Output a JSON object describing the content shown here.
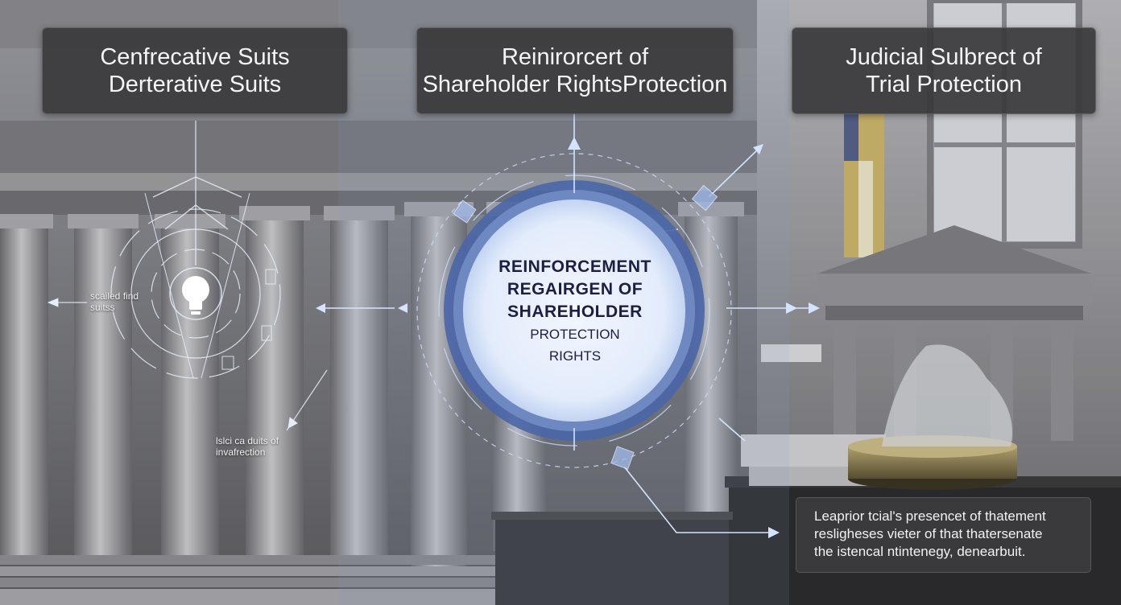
{
  "panels": {
    "left": {
      "line1": "Cenfrecative Suits",
      "line2": "Derterative Suits"
    },
    "middle": {
      "line1": "Reinirorcert of",
      "line2": "Shareholder RightsProtection"
    },
    "right": {
      "line1": "Judicial Sulbrect of",
      "line2": "Trial Protection"
    }
  },
  "center": {
    "line1": "REINFORCEMENT",
    "line2": "REGAIRGEN OF",
    "line3": "SHAREHOLDER",
    "line4": "PROTECTION",
    "line5": "RIGHTS"
  },
  "labels": {
    "left_line1": "scailed find",
    "left_line2": "suitss",
    "bottom_line1": "lslci ca duits of",
    "bottom_line2": "invafrection"
  },
  "info": {
    "line1": "Leaprior tcial's presencet of thatement",
    "line2": "resligheses vieter of that thatersenate",
    "line3": "the istencal ntintenegy, denearbuit."
  },
  "icons": {
    "center_icon": "lightbulb-icon",
    "shield": "shield-icon"
  },
  "colors": {
    "ring": "#4a66a8",
    "circle_fill": "#e8f0fb",
    "center_text": "#1b1f44",
    "arrow": "#cfe2ff"
  }
}
